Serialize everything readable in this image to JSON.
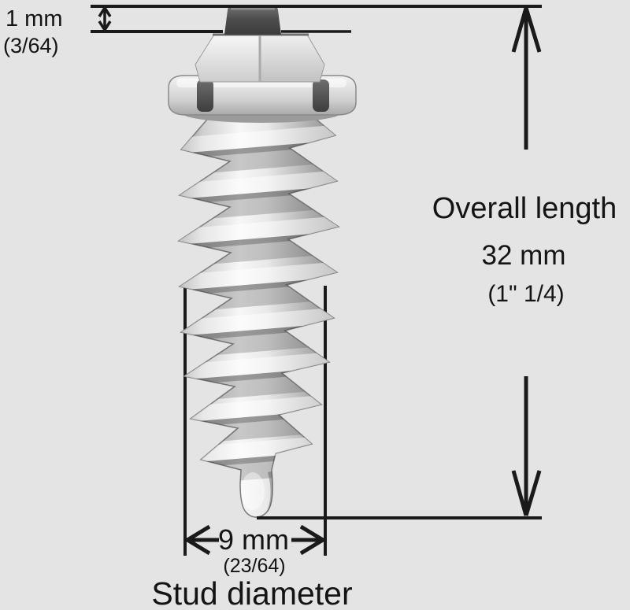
{
  "colors": {
    "background": "#e4e4e4",
    "annotation_line": "#1a1a1a",
    "text": "#141414"
  },
  "annotations": {
    "pin_height": {
      "value": "1 mm",
      "fraction": "(3/64)"
    },
    "overall_length": {
      "label": "Overall length",
      "value": "32 mm",
      "fraction": "(1\" 1/4)"
    },
    "stud_diameter": {
      "label": "Stud diameter",
      "value": "9 mm",
      "fraction": "(23/64)"
    }
  }
}
